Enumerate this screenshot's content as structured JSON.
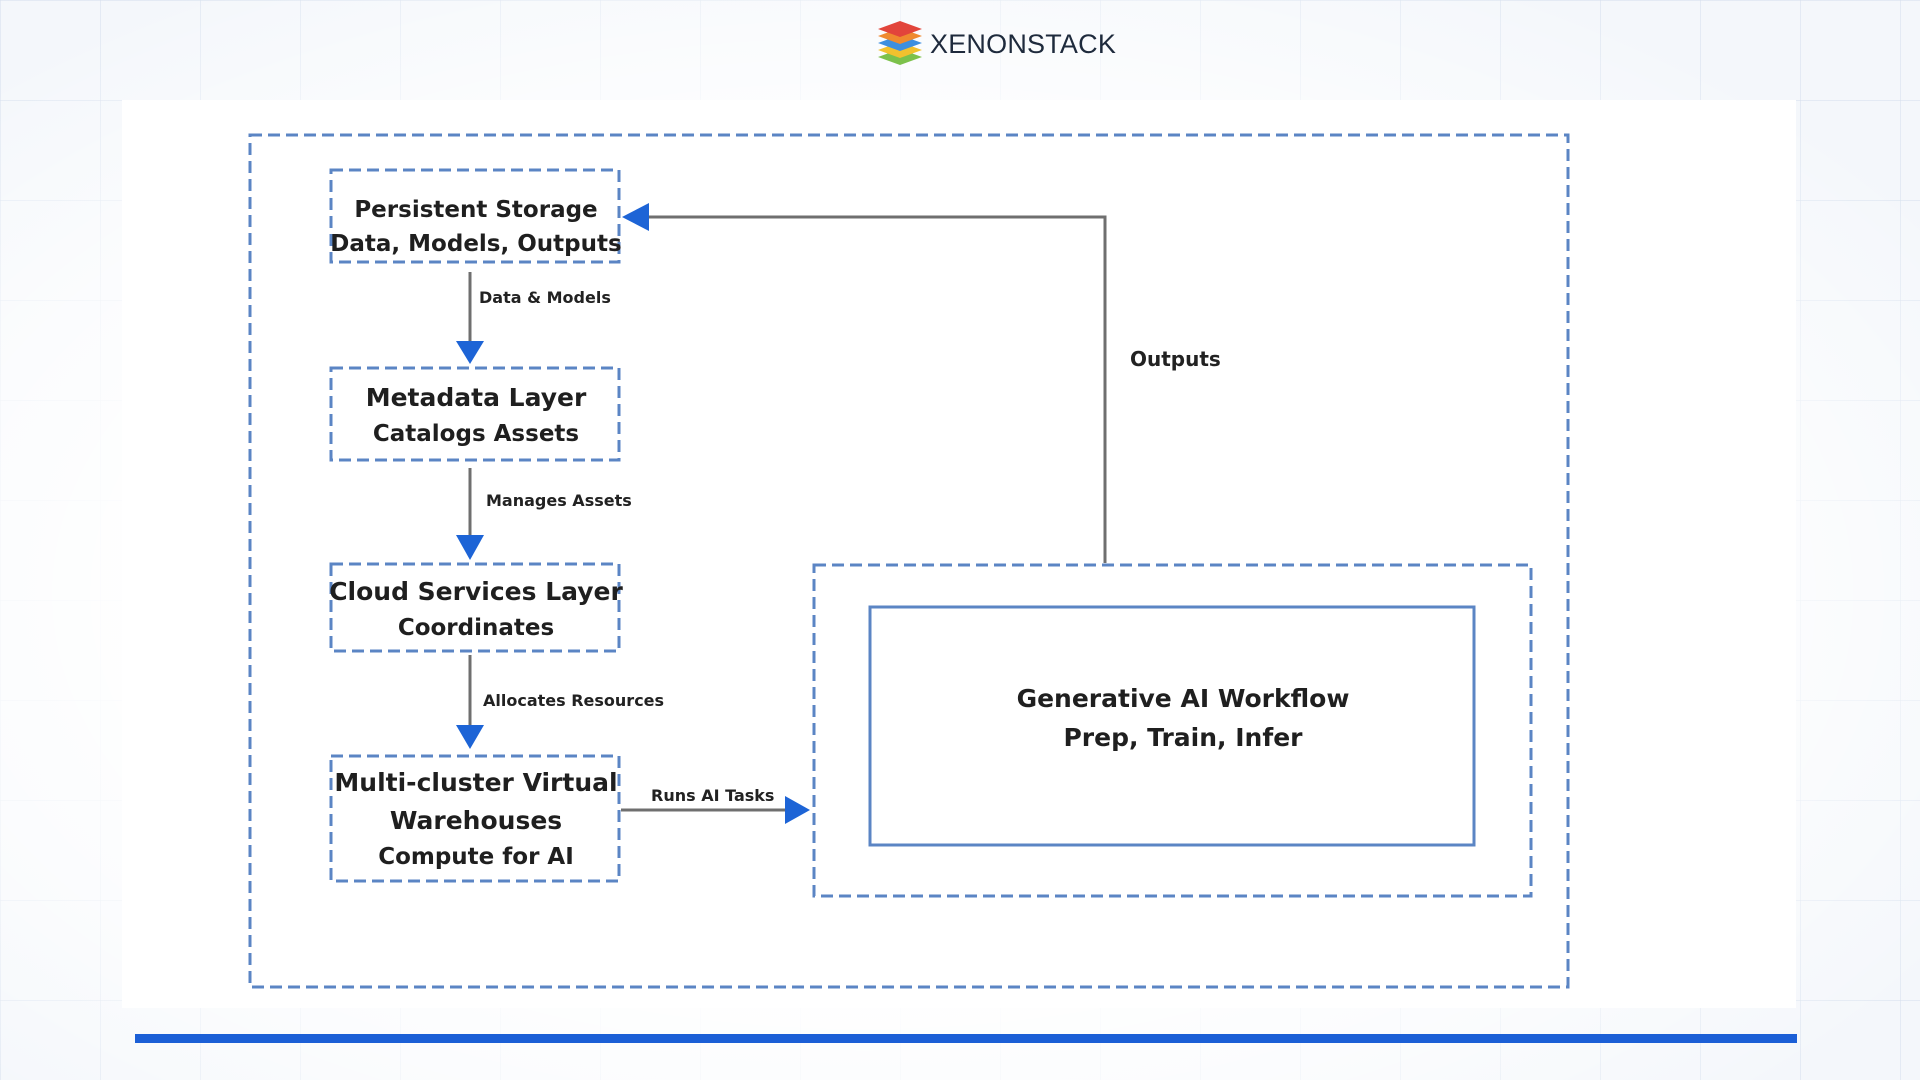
{
  "brand": {
    "name": "XENONSTACK",
    "logo_icon": "layered-stack-logo-icon",
    "accent_color": "#1b5fd6"
  },
  "diagram": {
    "colors": {
      "node_border": "#5b85c4",
      "arrow": "#1d64d6",
      "connector": "#6f6f6f"
    },
    "nodes": {
      "storage": {
        "line1": "Persistent Storage",
        "line2": "Data, Models, Outputs"
      },
      "metadata": {
        "line1": "Metadata Layer",
        "line2": "Catalogs Assets"
      },
      "cloud": {
        "line1": "Cloud Services Layer",
        "line2": "Coordinates"
      },
      "warehouse": {
        "line1": "Multi-cluster Virtual",
        "line2": "Warehouses",
        "line3": "Compute for AI"
      },
      "genai": {
        "line1": "Generative AI Workflow",
        "line2": "Prep, Train, Infer"
      }
    },
    "edges": {
      "data_models": "Data & Models",
      "manages": "Manages Assets",
      "allocates": "Allocates Resources",
      "runs_ai": "Runs AI Tasks",
      "outputs": "Outputs"
    }
  }
}
